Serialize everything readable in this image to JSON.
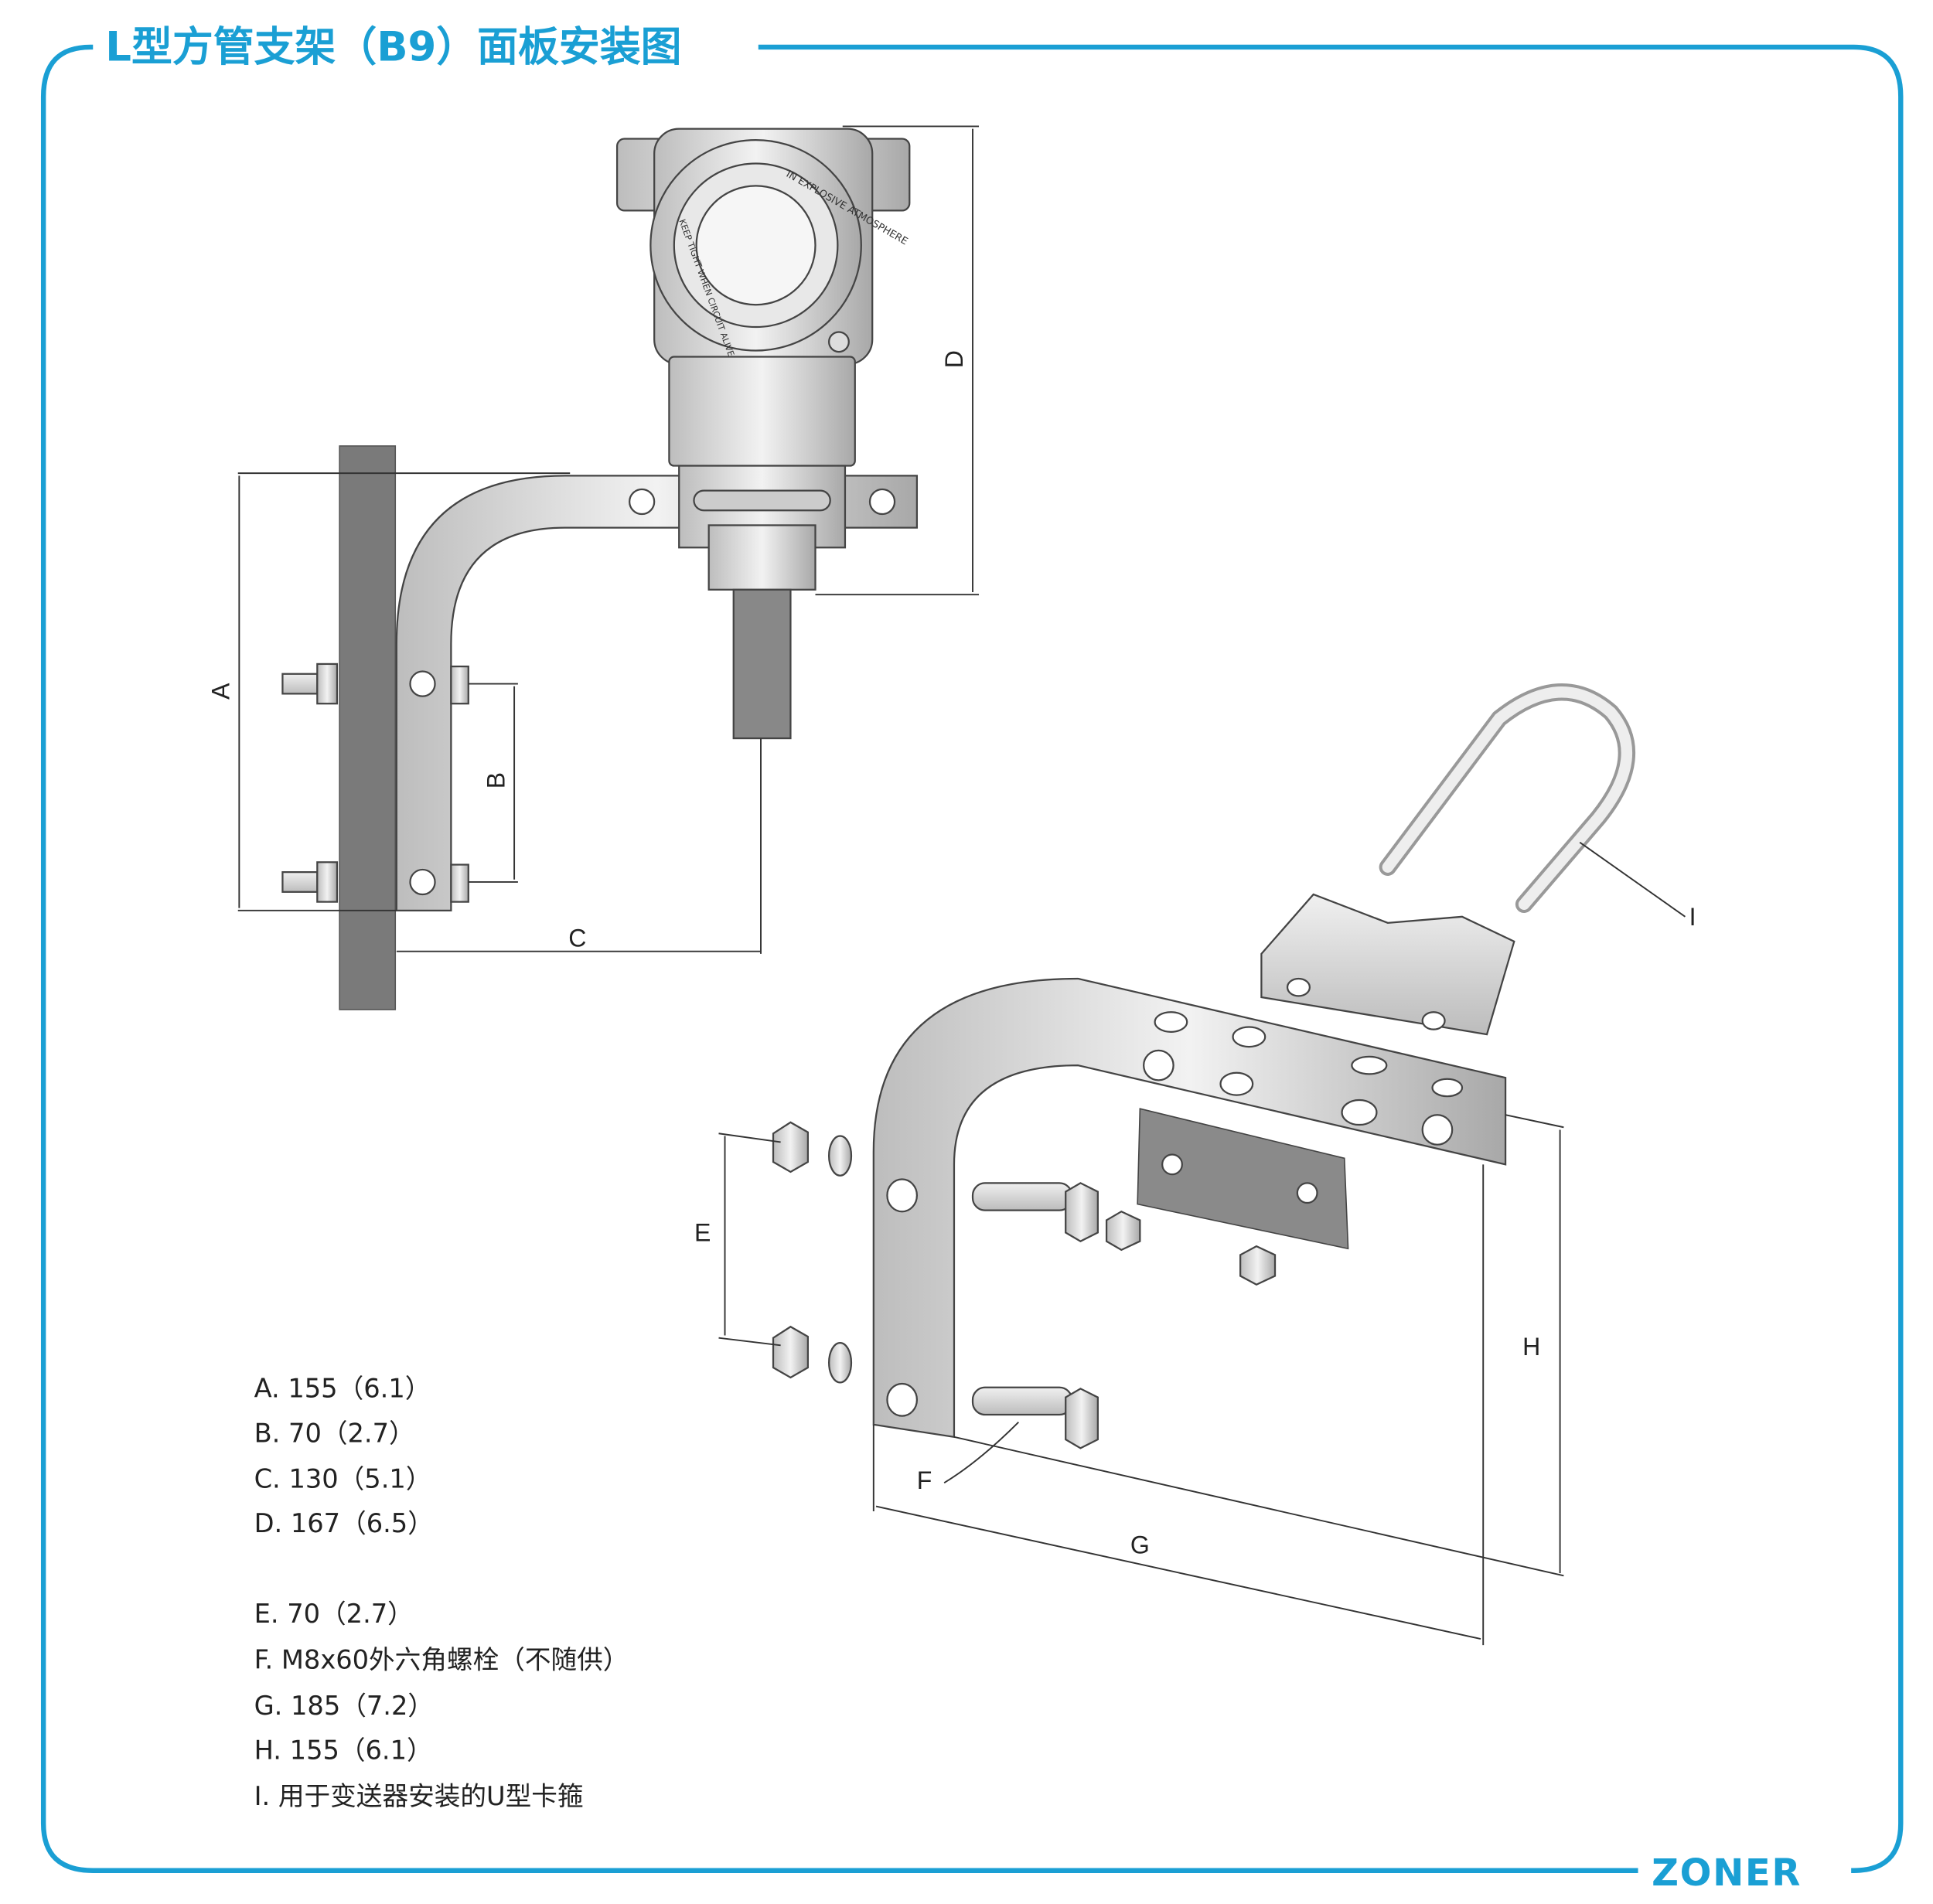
{
  "title": "L型方管支架（B9）面板安装图",
  "brand": "ZONER",
  "colors": {
    "accent": "#1a9fd4",
    "panel": "#7a7a7a",
    "metal": "#d8d8d8"
  },
  "transmitter_text": {
    "outer": "IN EXPLOSIVE ATMOSPHERE",
    "inner": "KEEP TIGHT WHEN CIRCUIT ALIVE"
  },
  "dimension_labels": {
    "A": "A",
    "B": "B",
    "C": "C",
    "D": "D",
    "E": "E",
    "F": "F",
    "G": "G",
    "H": "H",
    "I": "I"
  },
  "legend": [
    "A. 155（6.1）",
    "B. 70（2.7）",
    "C. 130（5.1）",
    "D. 167（6.5）",
    "E. 70（2.7）",
    "F. M8x60外六角螺栓（不随供）",
    "G. 185（7.2）",
    "H. 155（6.1）",
    "I. 用于变送器安装的U型卡箍"
  ]
}
